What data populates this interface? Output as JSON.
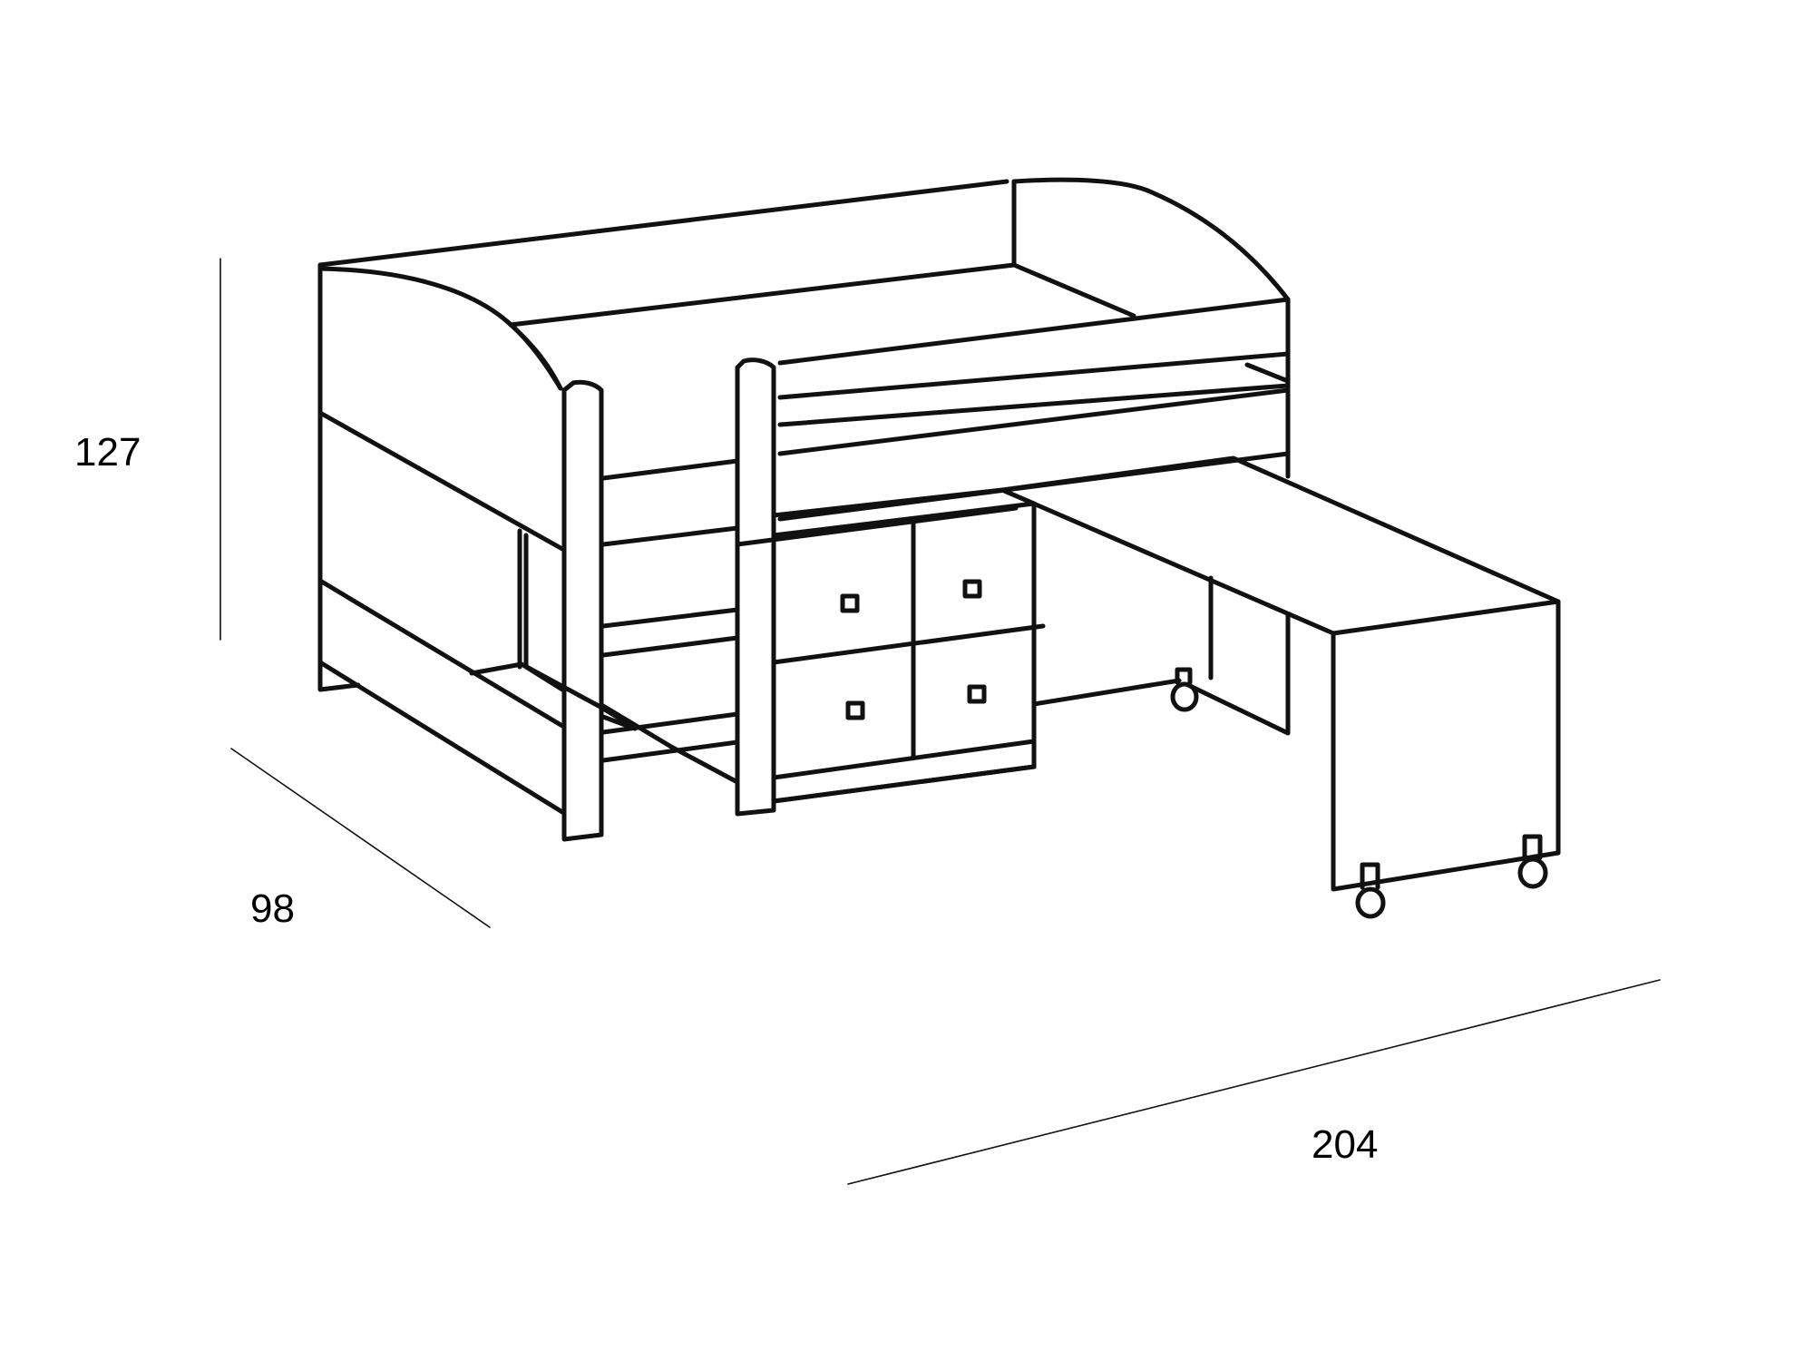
{
  "dimensions": {
    "height": "127",
    "depth": "98",
    "width": "204"
  },
  "colors": {
    "background": "#ffffff",
    "line": "#111111"
  }
}
